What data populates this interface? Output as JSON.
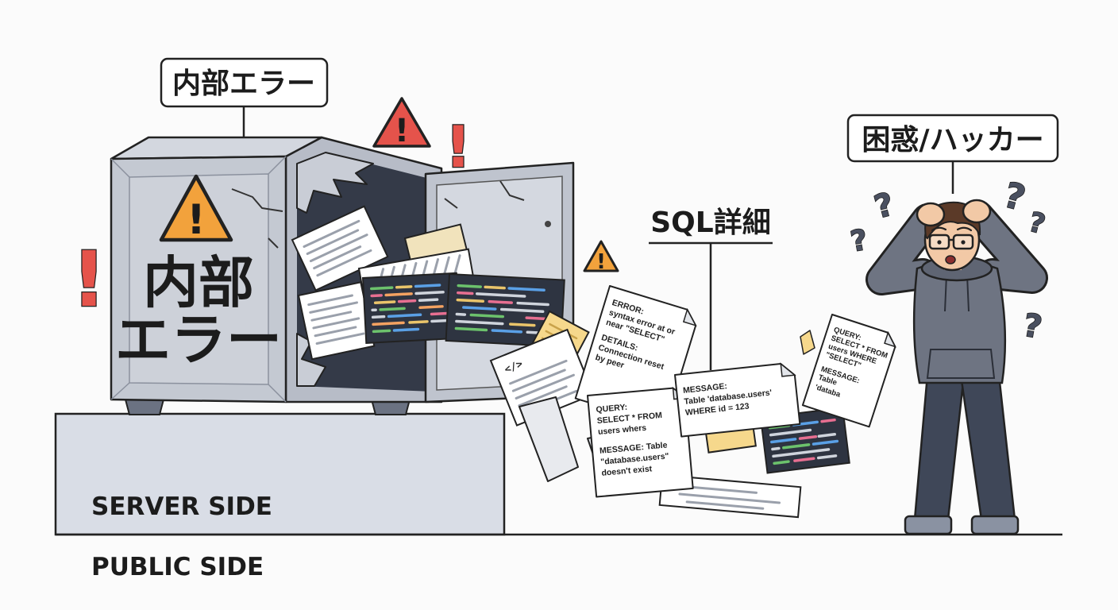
{
  "labels": {
    "internal_error_callout": "内部エラー",
    "sql_details": "SQL詳細",
    "confused_hacker": "困惑/ハッカー",
    "server_side": "SERVER SIDE",
    "public_side": "PUBLIC SIDE"
  },
  "safe": {
    "title_line1": "内部",
    "title_line2": "エラー"
  },
  "papers": {
    "error_details": [
      "ERROR:",
      "syntax error at or",
      "near \"SELECT\"",
      "DETAILS:",
      "Connection reset",
      "by peer"
    ],
    "query_left": [
      "QUERY:",
      "SELECT * FROM",
      "users whers",
      "MESSAGE: Table",
      "\"database.users\"",
      "doesn't exist"
    ],
    "message_center": [
      "MESSAGE:",
      "Table 'database.users'",
      "WHERE id = 123"
    ],
    "query_right": [
      "QUERY:",
      "SELECT * FROM",
      "users WHERE",
      "\"SELECT\"",
      "MESSAGE:",
      "Table",
      "'databa"
    ],
    "code_tag": "</>"
  },
  "icons": {
    "exclamation": "!",
    "question": "?",
    "names": [
      "warning-triangle-icon",
      "exclamation-icon",
      "question-mark-icon",
      "code-tag-icon"
    ]
  },
  "colors": {
    "alert_red": "#e5534b",
    "warning_orange": "#f2a23c",
    "safe_grey": "#c4c9d2",
    "interior_dark": "#343a48",
    "hoodie_grey": "#6e7482",
    "jeans_navy": "#3f4758",
    "platform": "#d9dde6"
  }
}
